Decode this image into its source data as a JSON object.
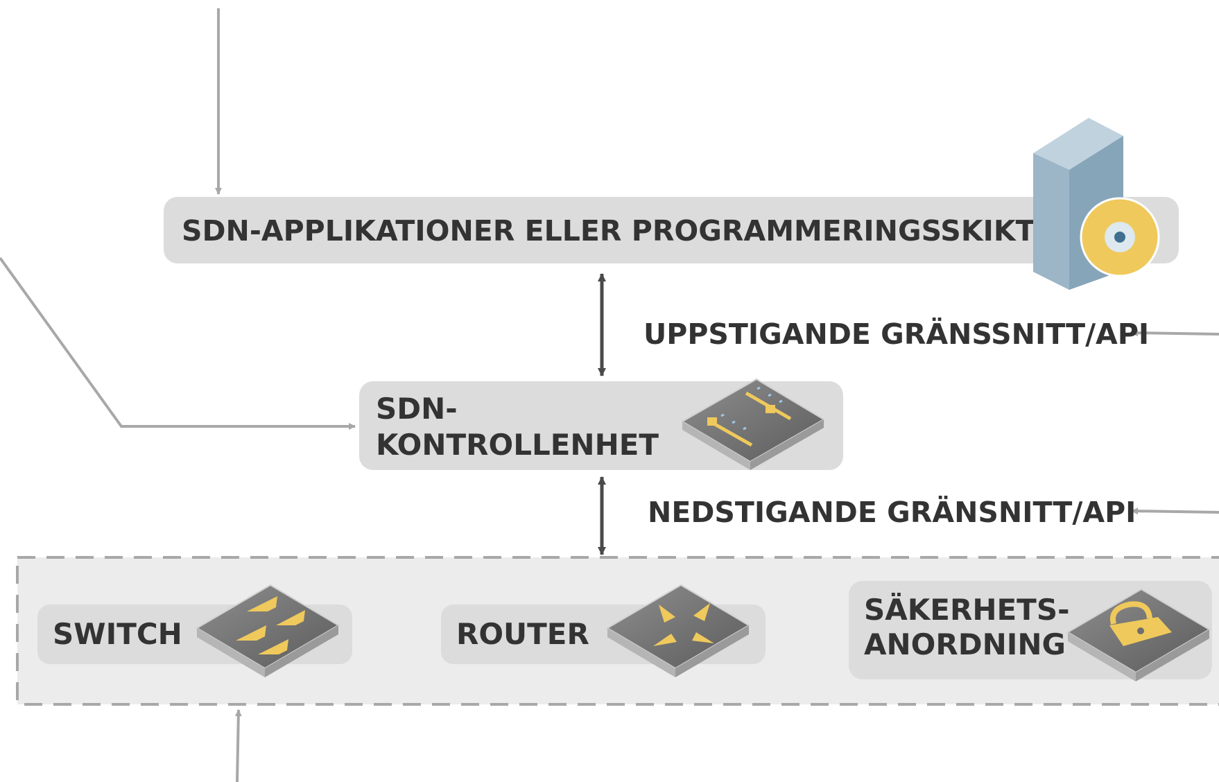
{
  "diagram": {
    "app_layer": {
      "label": "SDN-APPLIKATIONER ELLER PROGRAMMERINGSSKIKT",
      "icon": "software-box-with-disc-icon"
    },
    "northbound": {
      "label": "UPPSTIGANDE GRÄNSSNITT/API"
    },
    "controller": {
      "label_line1": "SDN-",
      "label_line2": "KONTROLLENHET",
      "icon": "controller-device-with-sliders-icon"
    },
    "southbound": {
      "label": "NEDSTIGANDE GRÄNSNITT/API"
    },
    "devices": {
      "switch": {
        "label": "SWITCH",
        "icon": "switch-arrows-icon"
      },
      "router": {
        "label": "ROUTER",
        "icon": "router-arrows-icon"
      },
      "security": {
        "label_line1": "SÄKERHETS-",
        "label_line2": "ANORDNING",
        "icon": "padlock-device-icon"
      }
    },
    "colors": {
      "box_fill": "#dcdcdc",
      "infra_fill": "#ececec",
      "text": "#333333",
      "connector": "#a8a8a8",
      "api_arrow": "#4a4a4a",
      "accent_yellow": "#efc95c"
    }
  }
}
